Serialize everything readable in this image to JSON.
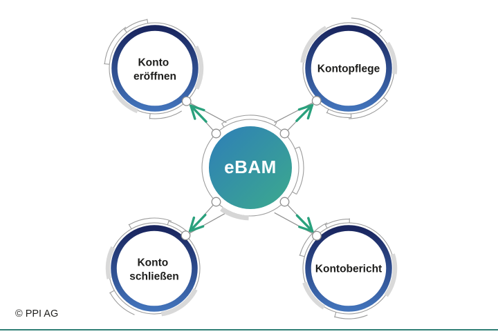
{
  "diagram": {
    "center": {
      "label": "eBAM"
    },
    "satellites": [
      {
        "name": "konto-eroeffnen",
        "lines": [
          "Konto",
          "eröffnen"
        ]
      },
      {
        "name": "kontopflege",
        "lines": [
          "Kontopflege"
        ]
      },
      {
        "name": "konto-schliessen",
        "lines": [
          "Konto",
          "schließen"
        ]
      },
      {
        "name": "kontobericht",
        "lines": [
          "Kontobericht"
        ]
      }
    ],
    "colors": {
      "center_gradient_from": "#2e7eb8",
      "center_gradient_to": "#3caa8d",
      "ring_gradient_from": "#19255e",
      "ring_gradient_to": "#4273ba",
      "arrow_green": "#2aa17d",
      "line_gray": "#8f8f8f",
      "footer_rule": "#2e7e74"
    }
  },
  "footer": {
    "copyright": "© PPI AG"
  }
}
